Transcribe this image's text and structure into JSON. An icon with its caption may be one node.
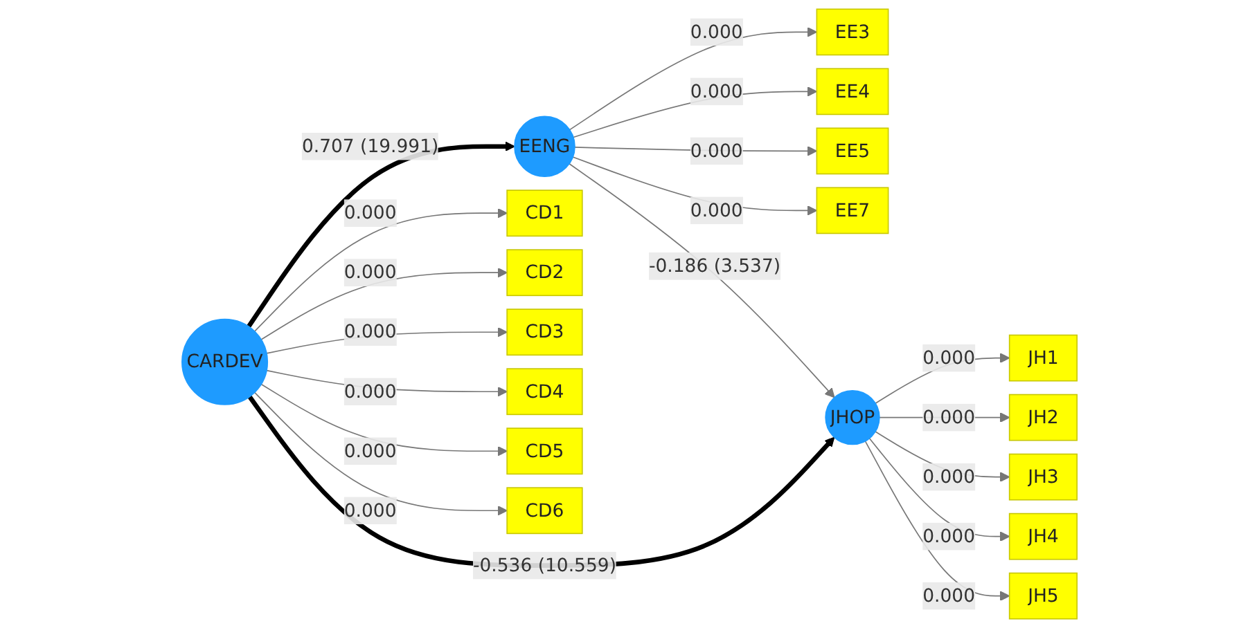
{
  "diagram": {
    "nodes": [
      {
        "text": [
          "EENG"
        ]
      },
      {
        "text": [
          "EE3"
        ]
      },
      {
        "text": [
          "EE4"
        ]
      },
      {
        "text": [
          "EE5"
        ]
      },
      {
        "text": [
          "EE7"
        ]
      },
      {
        "text": [
          "CARDEV"
        ]
      },
      {
        "text": [
          "CD1"
        ]
      },
      {
        "text": [
          "CD2"
        ]
      },
      {
        "text": [
          "CD3"
        ]
      },
      {
        "text": [
          "CD4"
        ]
      },
      {
        "text": [
          "CD5"
        ]
      },
      {
        "text": [
          "CD6"
        ]
      },
      {
        "text": [
          "JHOP"
        ]
      },
      {
        "text": [
          "JH1"
        ]
      },
      {
        "text": [
          "JH2"
        ]
      },
      {
        "text": [
          "JH3"
        ]
      },
      {
        "text": [
          "JH4"
        ]
      },
      {
        "text": [
          "JH5"
        ]
      }
    ],
    "edges": [
      {
        "from": 0,
        "to": 1,
        "arrow": "to",
        "label": "0.000"
      },
      {
        "from": 0,
        "to": 2,
        "arrow": "to",
        "label": "0.000"
      },
      {
        "from": 0,
        "to": 3,
        "arrow": "to",
        "label": "0.000"
      },
      {
        "from": 0,
        "to": 4,
        "arrow": "to",
        "label": "0.000"
      },
      {
        "from": 5,
        "to": 0,
        "arrow": "to",
        "label": "0.707 (19.991)",
        "style": "thick",
        "color": "#000000"
      },
      {
        "from": 0,
        "to": 12,
        "arrow": "to",
        "label": "-0.186 (3.537)"
      },
      {
        "from": 5,
        "to": 6,
        "arrow": "to",
        "label": "0.000"
      },
      {
        "from": 5,
        "to": 7,
        "arrow": "to",
        "label": "0.000"
      },
      {
        "from": 5,
        "to": 8,
        "arrow": "to",
        "label": "0.000"
      },
      {
        "from": 5,
        "to": 9,
        "arrow": "to",
        "label": "0.000"
      },
      {
        "from": 5,
        "to": 10,
        "arrow": "to",
        "label": "0.000"
      },
      {
        "from": 5,
        "to": 11,
        "arrow": "to",
        "label": "0.000"
      },
      {
        "from": 5,
        "to": 12,
        "arrow": "to",
        "label": "-0.536 (10.559)",
        "style": "thick",
        "color": "#000000"
      },
      {
        "from": 12,
        "to": 13,
        "arrow": "to",
        "label": "0.000"
      },
      {
        "from": 12,
        "to": 14,
        "arrow": "to",
        "label": "0.000"
      },
      {
        "from": 12,
        "to": 15,
        "arrow": "to",
        "label": "0.000"
      },
      {
        "from": 12,
        "to": 16,
        "arrow": "to",
        "label": "0.000"
      },
      {
        "from": 12,
        "to": 17,
        "arrow": "to",
        "label": "0.000"
      }
    ]
  }
}
